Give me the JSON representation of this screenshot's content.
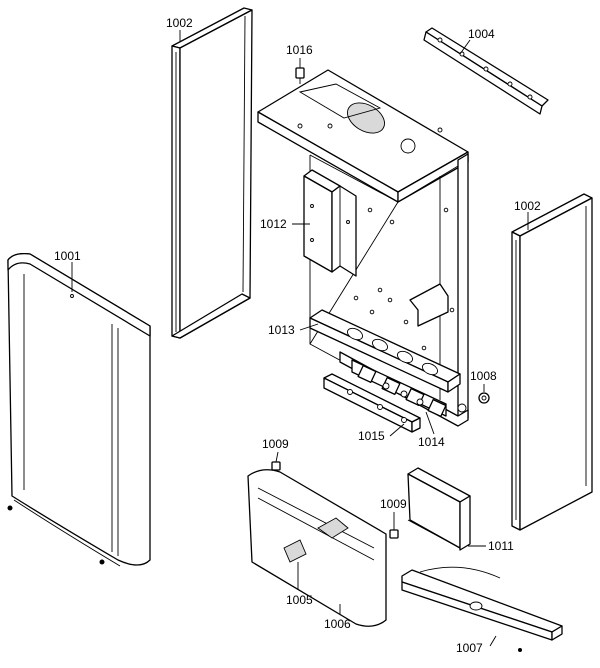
{
  "callouts": {
    "c1001": "1001",
    "c1002_left": "1002",
    "c1002_right": "1002",
    "c1004": "1004",
    "c1005": "1005",
    "c1006": "1006",
    "c1007": "1007",
    "c1008": "1008",
    "c1009_left": "1009",
    "c1009_right": "1009",
    "c1011": "1011",
    "c1012": "1012",
    "c1013": "1013",
    "c1014": "1014",
    "c1015": "1015",
    "c1016": "1016"
  }
}
